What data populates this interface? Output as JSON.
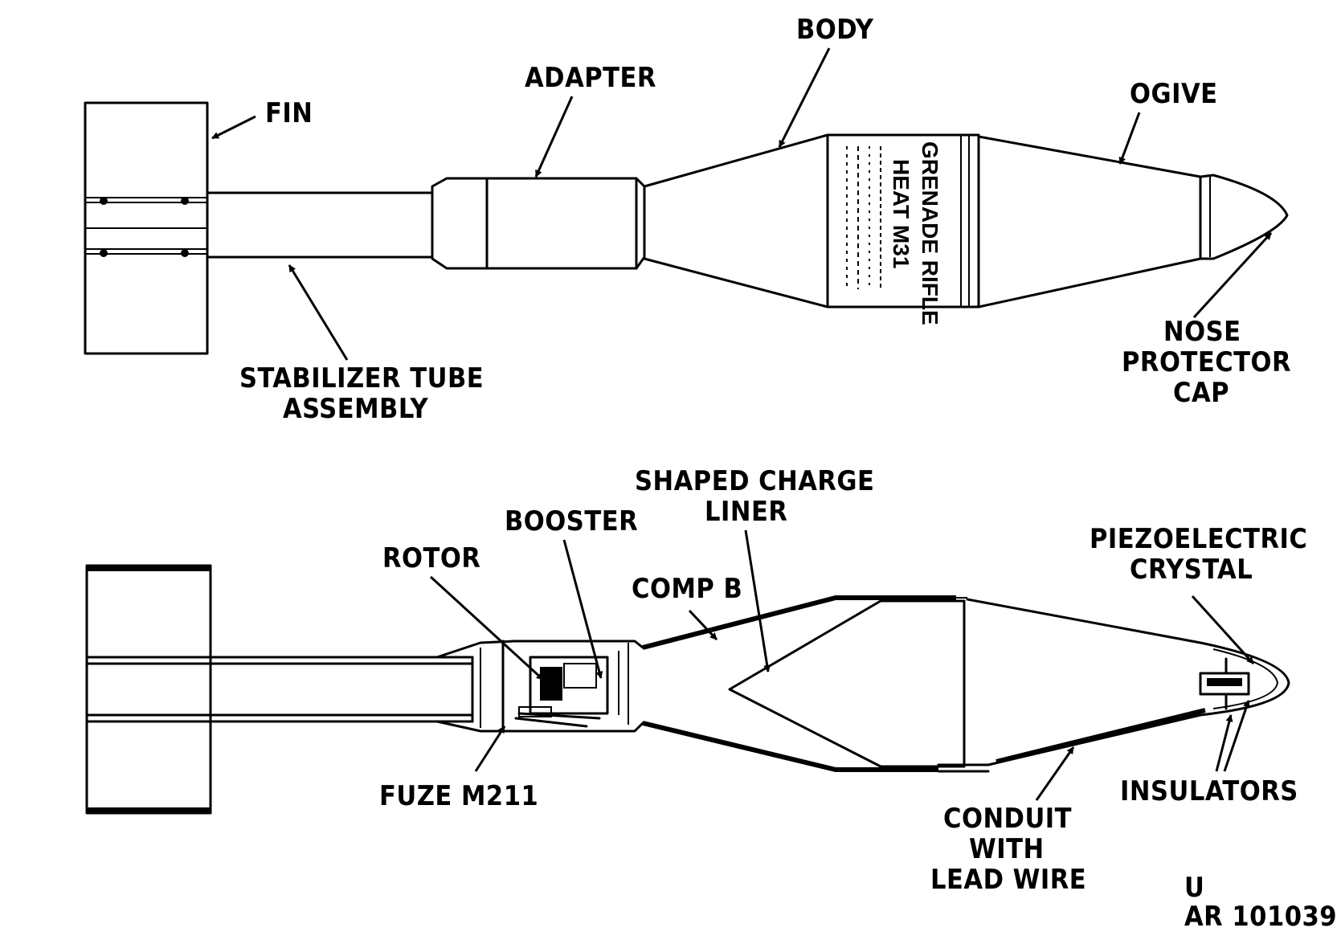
{
  "top_view": {
    "labels": {
      "fin": "FIN",
      "adapter": "ADAPTER",
      "body": "BODY",
      "ogive": "OGIVE",
      "stabilizer_line1": "STABILIZER TUBE",
      "stabilizer_line2": "ASSEMBLY",
      "nose_line1": "NOSE",
      "nose_line2": "PROTECTOR",
      "nose_line3": "CAP"
    },
    "stencil": {
      "line1": "GRENADE RIFLE",
      "line2": "HEAT M31"
    }
  },
  "cutaway_view": {
    "labels": {
      "shaped_line1": "SHAPED CHARGE",
      "shaped_line2": "LINER",
      "booster": "BOOSTER",
      "rotor": "ROTOR",
      "comp_b": "COMP B",
      "piezo_line1": "PIEZOELECTRIC",
      "piezo_line2": "CRYSTAL",
      "fuze": "FUZE M211",
      "insulators": "INSULATORS",
      "conduit_line1": "CONDUIT",
      "conduit_line2": "WITH",
      "conduit_line3": "LEAD WIRE"
    }
  },
  "footer": {
    "line1": "U",
    "line2": "AR 101039"
  }
}
